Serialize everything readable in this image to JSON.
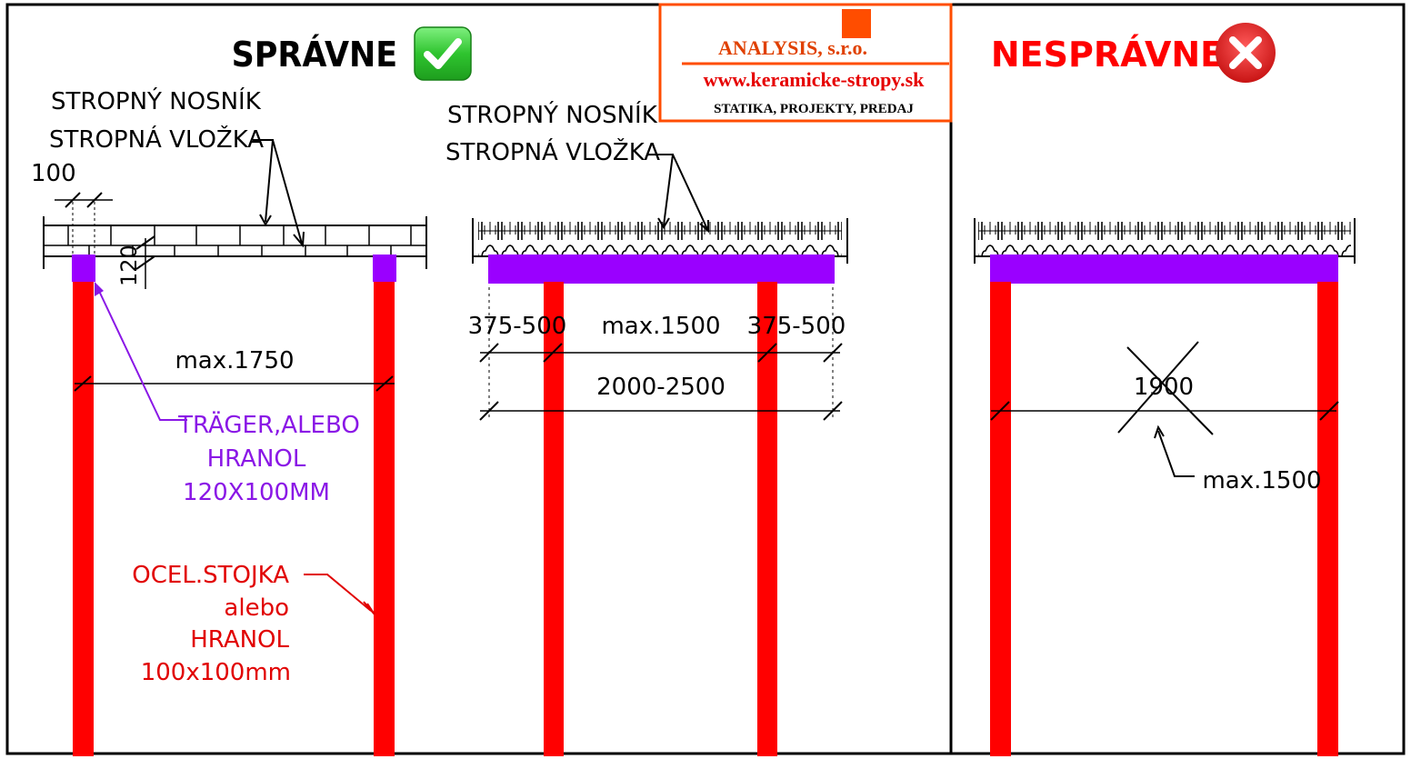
{
  "colors": {
    "support_red": "#ff0000",
    "beam_purple": "#9a00ff",
    "label_purple": "#8a17e6",
    "label_red": "#e10000",
    "line_black": "#000000",
    "logo_orange": "#ff4d00",
    "logo_red": "#e60000",
    "ok_green": "#2ecc2e",
    "bad_red": "#e02020"
  },
  "logo": {
    "company": "ANALYSIS, s.r.o.",
    "website": "www.keramicke-stropy.sk",
    "services": "STATIKA, PROJEKTY, PREDAJ"
  },
  "correct": {
    "heading": "SPRÁVNE",
    "badge_icon": "checkmark-icon",
    "beam_label": "STROPNÝ NOSNÍK",
    "insert_label": "STROPNÁ VLOŽKA",
    "dim_support": "100",
    "dim_height": "120",
    "dim_span": "max.1750",
    "trager_lines": [
      "TRÄGER,ALEBO",
      "HRANOL",
      "120X100MM"
    ],
    "stojka_lines": [
      "OCEL.STOJKA",
      "alebo",
      "HRANOL",
      "100x100mm"
    ]
  },
  "middle": {
    "beam_label": "STROPNÝ NOSNÍK",
    "insert_label": "STROPNÁ VLOŽKA",
    "dim_left": "375-500",
    "dim_center": "max.1500",
    "dim_right": "375-500",
    "dim_total": "2000-2500"
  },
  "incorrect": {
    "heading": "NESPRÁVNE",
    "badge_icon": "cross-icon",
    "dim_wrong": "1900",
    "dim_max": "max.1500"
  }
}
